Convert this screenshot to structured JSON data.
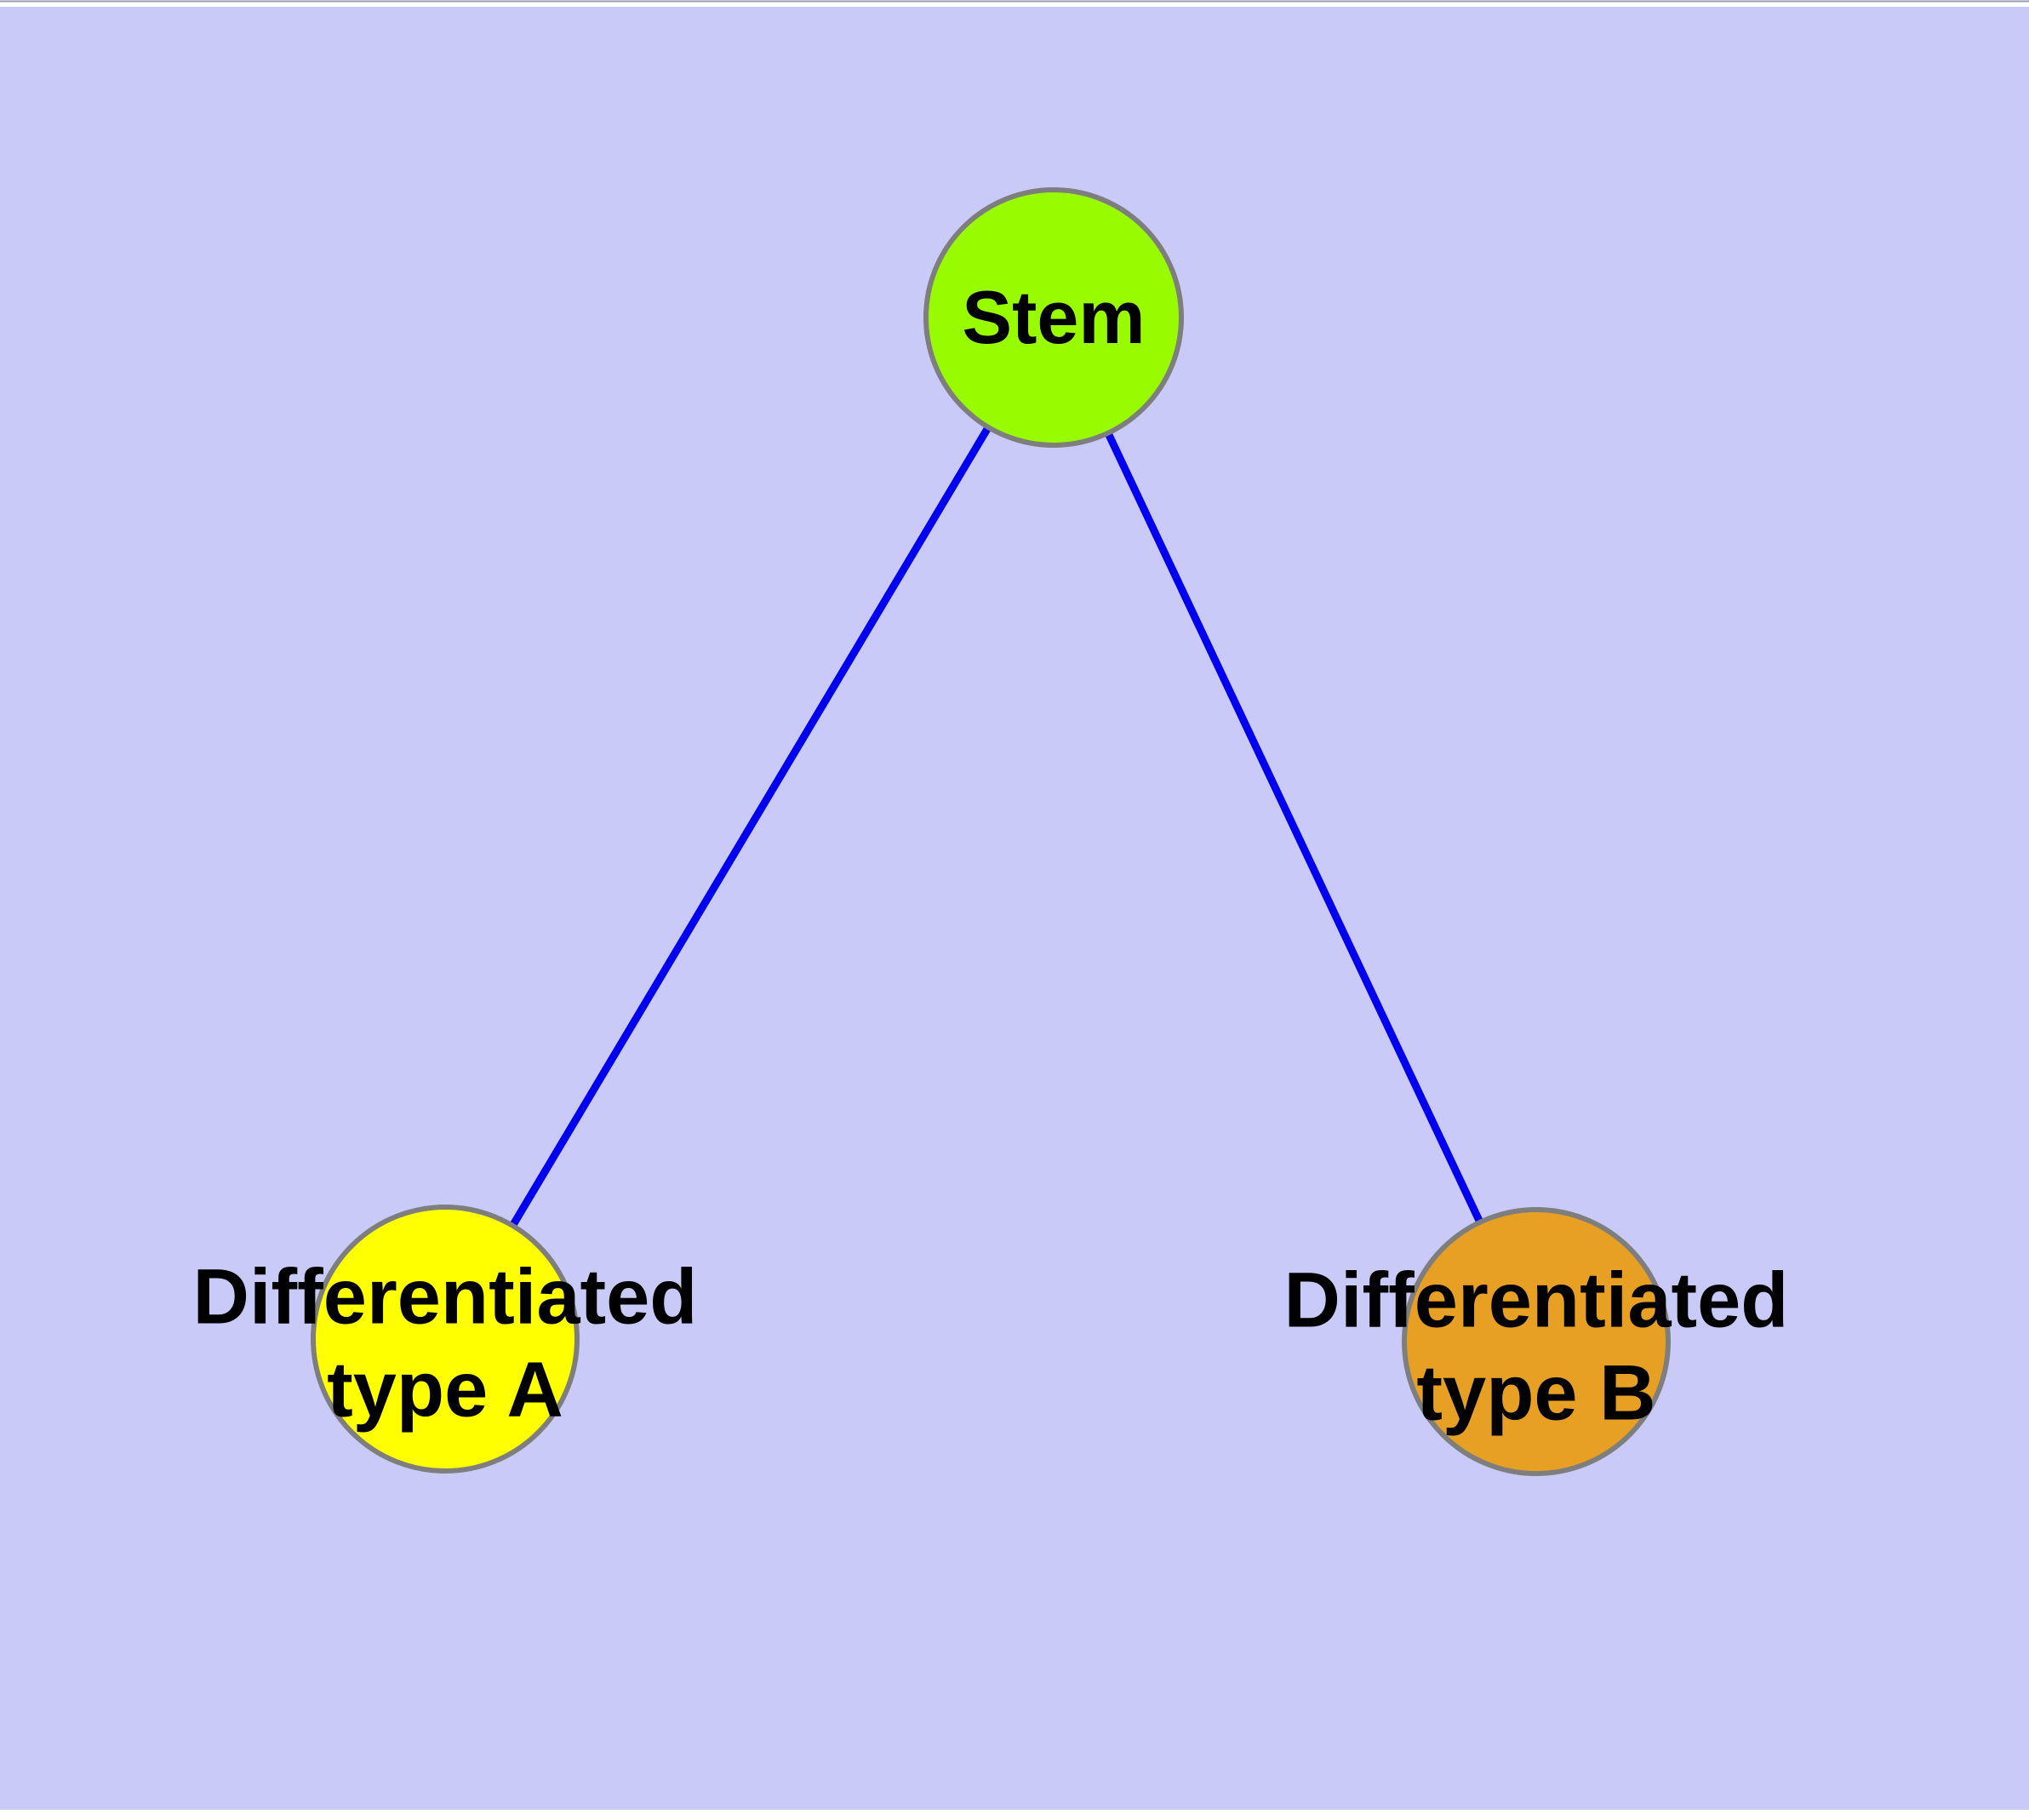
{
  "canvas": {
    "background_color": "#cacaf9",
    "margin_color": "#ffffff",
    "top_line_color": "#9a9ab0"
  },
  "nodes": {
    "stem": {
      "label": "Stem",
      "fill": "#98fb00",
      "border_color": "#7e7e7e"
    },
    "type_a": {
      "label_line1": "Differentiated",
      "label_line2": "type A",
      "fill": "#ffff00",
      "border_color": "#7e7e7e"
    },
    "type_b": {
      "label_line1": "Differentiated",
      "label_line2": "type B",
      "fill": "#e7a023",
      "border_color": "#7e7e7e"
    }
  },
  "edges": {
    "color": "#0000ee",
    "list": [
      {
        "from": "Stem",
        "to": "Differentiated type A"
      },
      {
        "from": "Stem",
        "to": "Differentiated type B"
      }
    ]
  },
  "text_color": "#000000"
}
